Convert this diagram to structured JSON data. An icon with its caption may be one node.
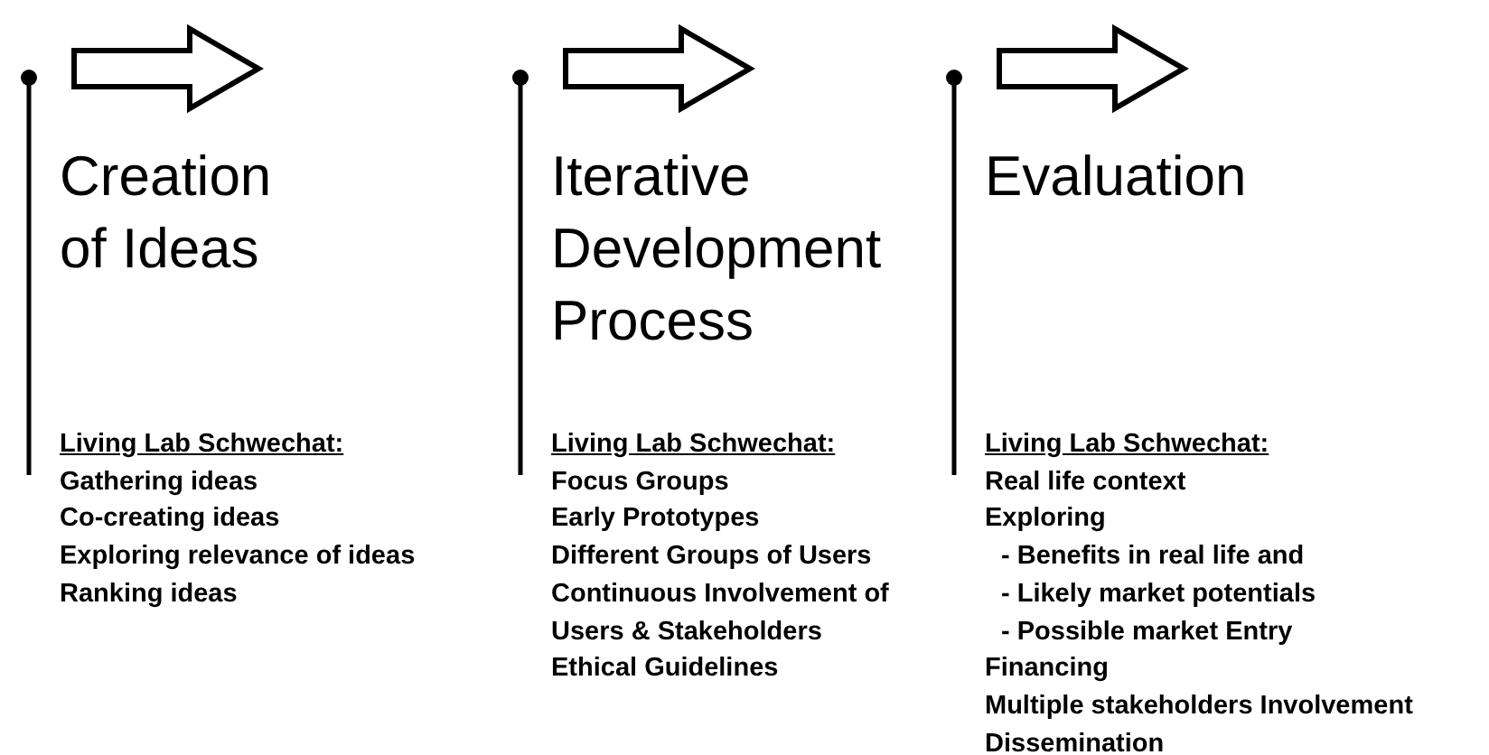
{
  "diagram": {
    "labels": [
      "Creation of Ideas",
      "Living Lab Schwechat:",
      "Gathering ideas",
      "Co-creating ideas",
      "Exploring relevance of ideas",
      "Ranking ideas",
      "Iterative Development Process",
      "Living Lab Schwechat:",
      "Focus Groups",
      "Early Prototypes",
      "Different Groups of Users",
      "Continuous Involvement of Users & Stakeholders",
      "Ethical Guidelines",
      "Evaluation",
      "Living Lab Schwechat:",
      "Real life context",
      "Exploring",
      "- Benefits in real life and",
      "- Likely market potentials",
      "- Possible market Entry",
      "Financing",
      "Multiple stakeholders Involvement",
      "Dissemination"
    ]
  }
}
